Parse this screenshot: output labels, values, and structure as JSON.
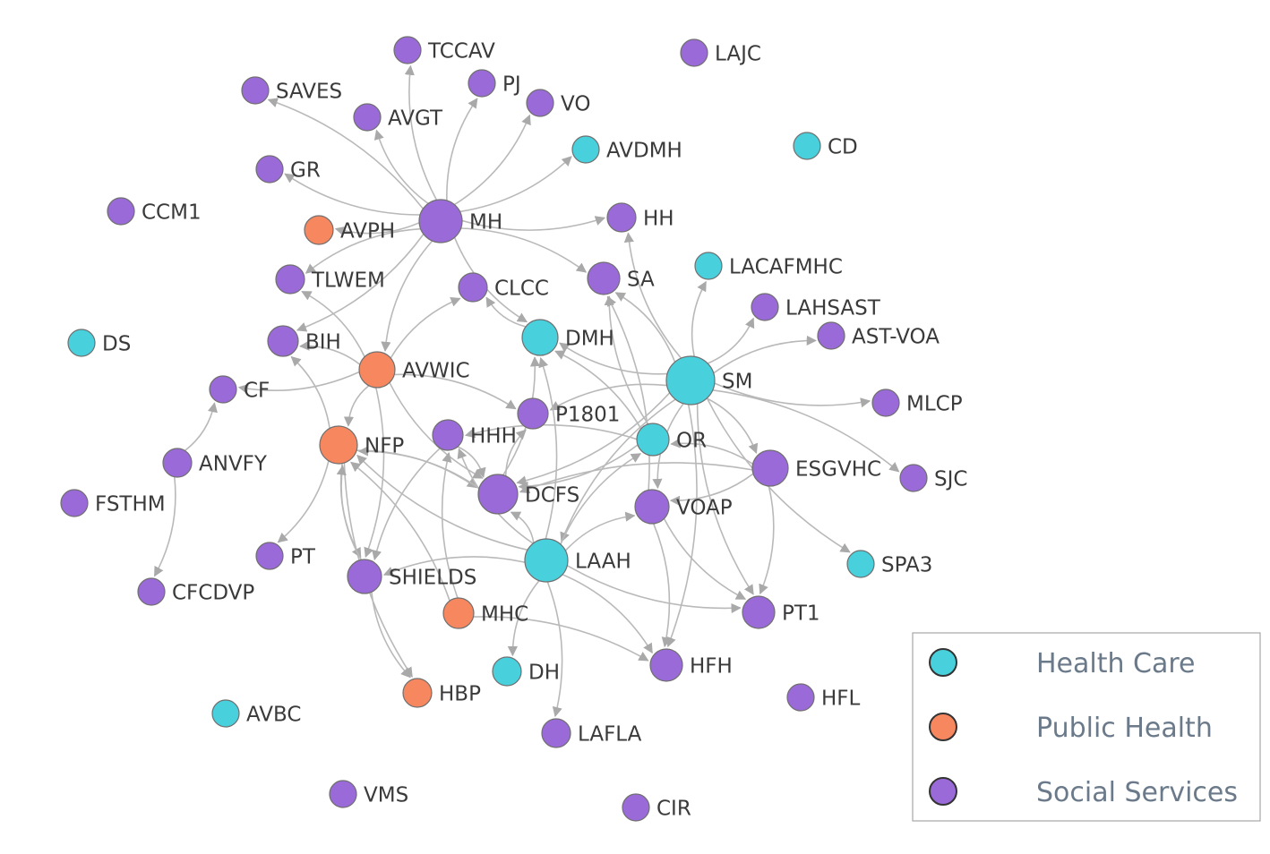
{
  "colors": {
    "health_care": "#48d1dd",
    "public_health": "#f6875f",
    "social_services": "#9b6ad9",
    "edge": "#b9b9b9"
  },
  "legend": {
    "items": [
      {
        "category": "health_care",
        "label": "Health Care"
      },
      {
        "category": "public_health",
        "label": "Public Health"
      },
      {
        "category": "social_services",
        "label": "Social Services"
      }
    ]
  },
  "nodes": [
    {
      "id": "TCCAV",
      "category": "social_services"
    },
    {
      "id": "LAJC",
      "category": "social_services"
    },
    {
      "id": "SAVES",
      "category": "social_services"
    },
    {
      "id": "PJ",
      "category": "social_services"
    },
    {
      "id": "VO",
      "category": "social_services"
    },
    {
      "id": "AVGT",
      "category": "social_services"
    },
    {
      "id": "AVDMH",
      "category": "health_care"
    },
    {
      "id": "CD",
      "category": "health_care"
    },
    {
      "id": "GR",
      "category": "social_services"
    },
    {
      "id": "CCM1",
      "category": "social_services"
    },
    {
      "id": "MH",
      "category": "social_services"
    },
    {
      "id": "HH",
      "category": "social_services"
    },
    {
      "id": "AVPH",
      "category": "public_health"
    },
    {
      "id": "LACAFMHC",
      "category": "health_care"
    },
    {
      "id": "TLWEM",
      "category": "social_services"
    },
    {
      "id": "SA",
      "category": "social_services"
    },
    {
      "id": "CLCC",
      "category": "social_services"
    },
    {
      "id": "LAHSAST",
      "category": "social_services"
    },
    {
      "id": "DS",
      "category": "health_care"
    },
    {
      "id": "BIH",
      "category": "social_services"
    },
    {
      "id": "DMH",
      "category": "health_care"
    },
    {
      "id": "AST-VOA",
      "category": "social_services"
    },
    {
      "id": "AVWIC",
      "category": "public_health"
    },
    {
      "id": "SM",
      "category": "health_care"
    },
    {
      "id": "CF",
      "category": "social_services"
    },
    {
      "id": "MLCP",
      "category": "social_services"
    },
    {
      "id": "P1801",
      "category": "social_services"
    },
    {
      "id": "NFP",
      "category": "public_health"
    },
    {
      "id": "HHH",
      "category": "social_services"
    },
    {
      "id": "OR",
      "category": "health_care"
    },
    {
      "id": "ANVFY",
      "category": "social_services"
    },
    {
      "id": "ESGVHC",
      "category": "social_services"
    },
    {
      "id": "SJC",
      "category": "social_services"
    },
    {
      "id": "DCFS",
      "category": "social_services"
    },
    {
      "id": "FSTHM",
      "category": "social_services"
    },
    {
      "id": "VOAP",
      "category": "social_services"
    },
    {
      "id": "PT",
      "category": "social_services"
    },
    {
      "id": "LAAH",
      "category": "health_care"
    },
    {
      "id": "SPA3",
      "category": "health_care"
    },
    {
      "id": "SHIELDS",
      "category": "social_services"
    },
    {
      "id": "CFCDVP",
      "category": "social_services"
    },
    {
      "id": "MHC",
      "category": "public_health"
    },
    {
      "id": "PT1",
      "category": "social_services"
    },
    {
      "id": "HFH",
      "category": "social_services"
    },
    {
      "id": "DH",
      "category": "health_care"
    },
    {
      "id": "HFL",
      "category": "social_services"
    },
    {
      "id": "HBP",
      "category": "public_health"
    },
    {
      "id": "AVBC",
      "category": "health_care"
    },
    {
      "id": "LAFLA",
      "category": "social_services"
    },
    {
      "id": "VMS",
      "category": "social_services"
    },
    {
      "id": "CIR",
      "category": "social_services"
    }
  ],
  "edges": [
    [
      "MH",
      "TCCAV"
    ],
    [
      "MH",
      "SAVES"
    ],
    [
      "MH",
      "PJ"
    ],
    [
      "MH",
      "VO"
    ],
    [
      "MH",
      "AVGT"
    ],
    [
      "MH",
      "AVDMH"
    ],
    [
      "MH",
      "GR"
    ],
    [
      "MH",
      "HH"
    ],
    [
      "MH",
      "SA"
    ],
    [
      "MH",
      "DMH"
    ],
    [
      "MH",
      "AVPH"
    ],
    [
      "MH",
      "TLWEM"
    ],
    [
      "MH",
      "BIH"
    ],
    [
      "MH",
      "AVWIC"
    ],
    [
      "SM",
      "LACAFMHC"
    ],
    [
      "SM",
      "LAHSAST"
    ],
    [
      "SM",
      "AST-VOA"
    ],
    [
      "SM",
      "MLCP"
    ],
    [
      "SM",
      "SJC"
    ],
    [
      "SM",
      "SPA3"
    ],
    [
      "SM",
      "ESGVHC"
    ],
    [
      "SM",
      "PT1"
    ],
    [
      "SM",
      "HFH"
    ],
    [
      "SM",
      "VOAP"
    ],
    [
      "SM",
      "DMH"
    ],
    [
      "SM",
      "SA"
    ],
    [
      "SM",
      "HH"
    ],
    [
      "SM",
      "P1801"
    ],
    [
      "SM",
      "DCFS"
    ],
    [
      "SM",
      "LAAH"
    ],
    [
      "AVWIC",
      "CLCC"
    ],
    [
      "AVWIC",
      "BIH"
    ],
    [
      "AVWIC",
      "CF"
    ],
    [
      "AVWIC",
      "NFP"
    ],
    [
      "AVWIC",
      "P1801"
    ],
    [
      "AVWIC",
      "TLWEM"
    ],
    [
      "AVWIC",
      "SHIELDS"
    ],
    [
      "AVWIC",
      "DCFS"
    ],
    [
      "DMH",
      "CLCC"
    ],
    [
      "NFP",
      "BIH"
    ],
    [
      "NFP",
      "PT"
    ],
    [
      "NFP",
      "HBP"
    ],
    [
      "NFP",
      "DCFS"
    ],
    [
      "NFP",
      "SHIELDS"
    ],
    [
      "LAAH",
      "NFP"
    ],
    [
      "LAAH",
      "SHIELDS"
    ],
    [
      "LAAH",
      "HHH"
    ],
    [
      "LAAH",
      "DMH"
    ],
    [
      "LAAH",
      "OR"
    ],
    [
      "LAAH",
      "PT1"
    ],
    [
      "LAAH",
      "HFH"
    ],
    [
      "LAAH",
      "DH"
    ],
    [
      "LAAH",
      "LAFLA"
    ],
    [
      "LAAH",
      "DCFS"
    ],
    [
      "LAAH",
      "VOAP"
    ],
    [
      "ESGVHC",
      "OR"
    ],
    [
      "ESGVHC",
      "PT1"
    ],
    [
      "ESGVHC",
      "DCFS"
    ],
    [
      "ESGVHC",
      "VOAP"
    ],
    [
      "OR",
      "DMH"
    ],
    [
      "OR",
      "SA"
    ],
    [
      "OR",
      "HHH"
    ],
    [
      "OR",
      "DCFS"
    ],
    [
      "VOAP",
      "PT1"
    ],
    [
      "VOAP",
      "HFH"
    ],
    [
      "VOAP",
      "SA"
    ],
    [
      "HHH",
      "DCFS"
    ],
    [
      "HHH",
      "SHIELDS"
    ],
    [
      "MHC",
      "HFH"
    ],
    [
      "MHC",
      "NFP"
    ],
    [
      "MHC",
      "HHH"
    ],
    [
      "SHIELDS",
      "HBP"
    ],
    [
      "SHIELDS",
      "NFP"
    ],
    [
      "ANVFY",
      "CF"
    ],
    [
      "ANVFY",
      "CFCDVP"
    ],
    [
      "DCFS",
      "DMH"
    ],
    [
      "DCFS",
      "P1801"
    ],
    [
      "DCFS",
      "NFP"
    ]
  ]
}
